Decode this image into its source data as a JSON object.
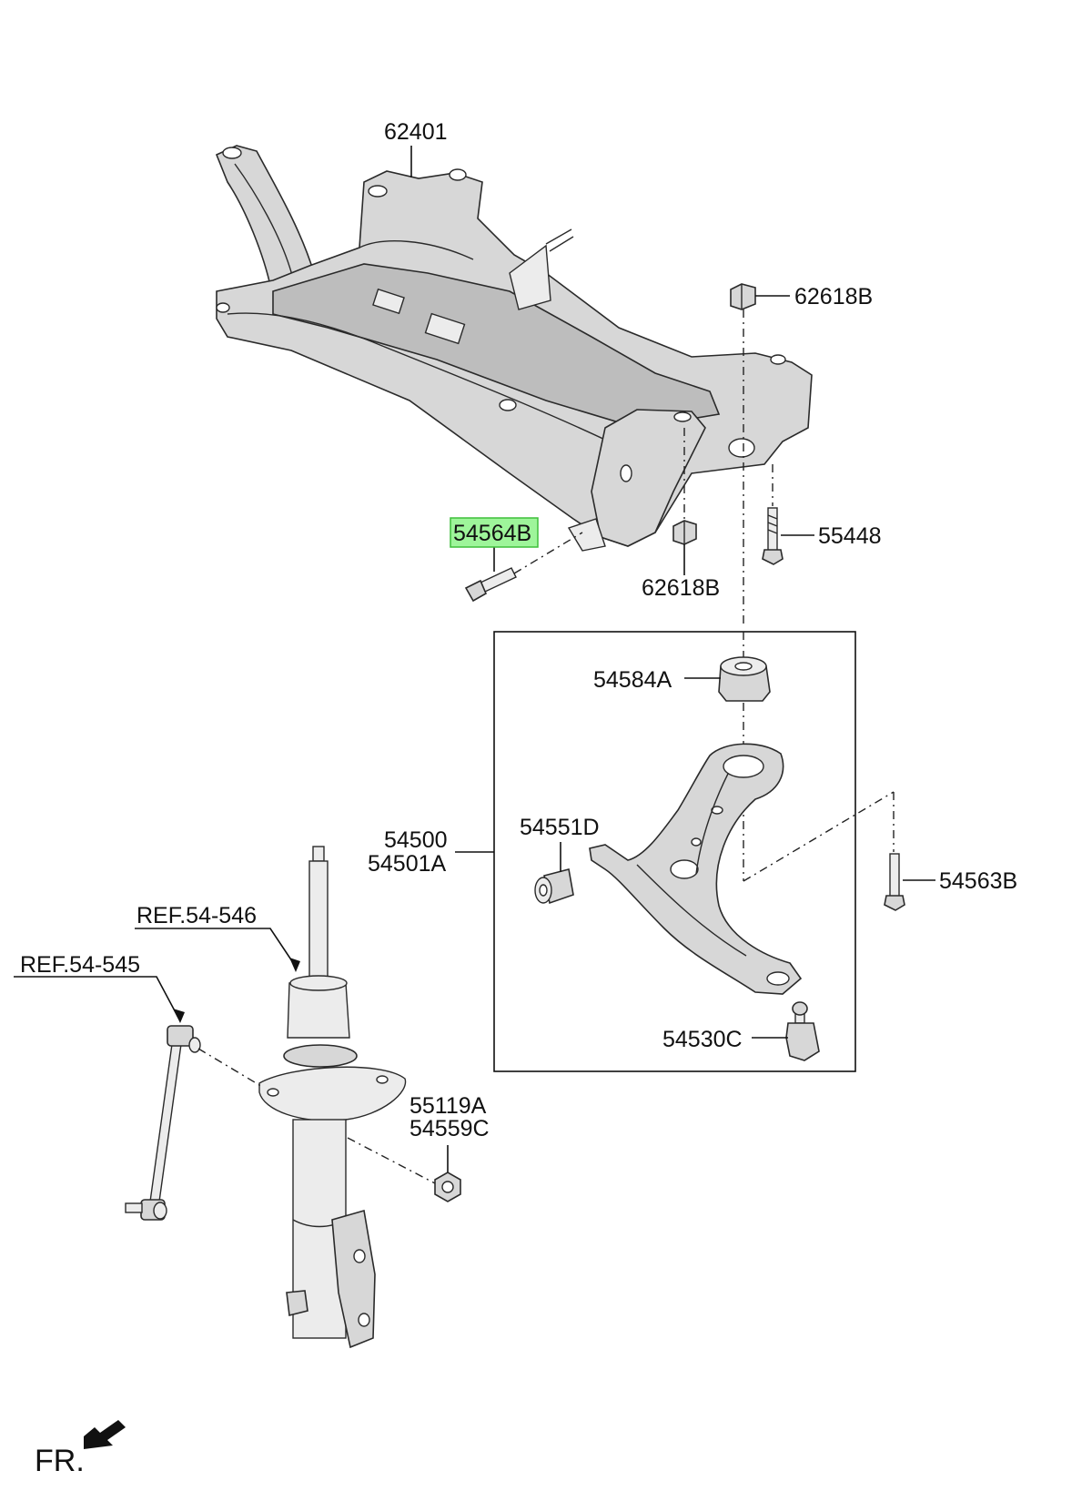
{
  "labels": {
    "subframe": "62401",
    "nut_top": "62618B",
    "nut_bottom": "62618B",
    "bolt_right": "55448",
    "bolt_highlight": "54564B",
    "bushing_upper": "54584A",
    "arm_assembly_1": "54500",
    "arm_assembly_2": "54501A",
    "bushing_front": "54551D",
    "bolt_arm": "54563B",
    "ball_joint": "54530C",
    "ref_strut": "REF.54-546",
    "ref_link": "REF.54-545",
    "nut_strut_1": "55119A",
    "nut_strut_2": "54559C",
    "direction": "FR."
  },
  "colors": {
    "highlight_fill": "#9ef59a",
    "highlight_stroke": "#3fbf3a"
  }
}
